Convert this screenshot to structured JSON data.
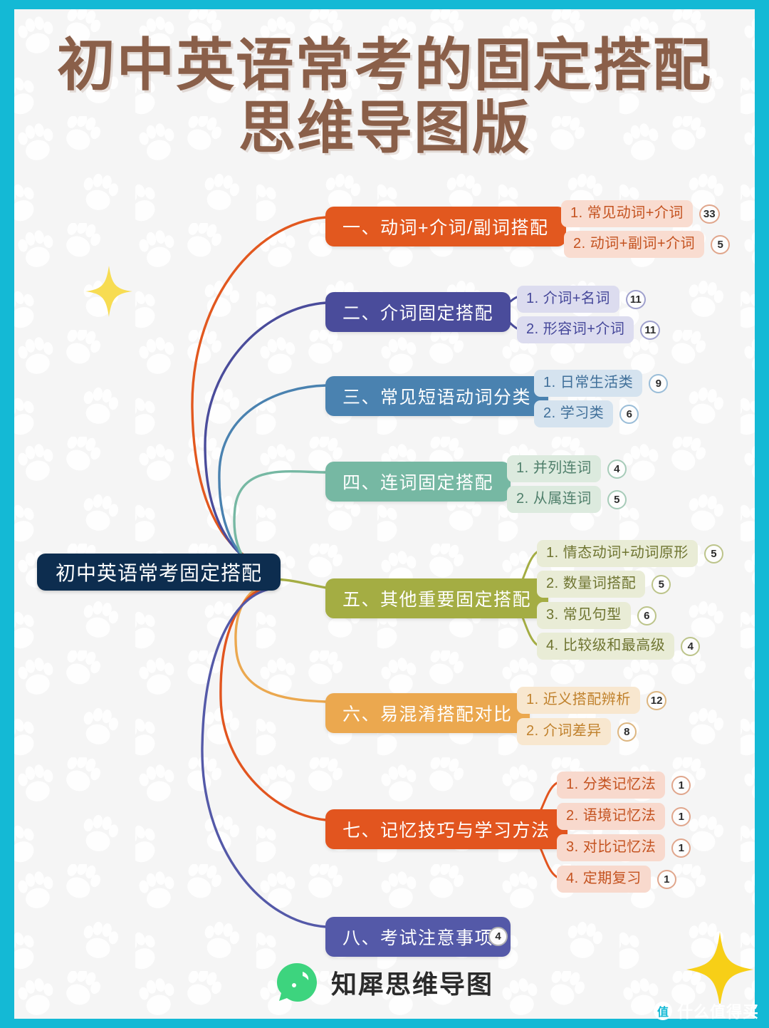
{
  "poster": {
    "frame_color": "#14b9d5",
    "background_color": "#f7f7f7",
    "title_color": "#8a5f49",
    "title_line1": "初中英语常考的固定搭配",
    "title_line2": "思维导图版"
  },
  "root": {
    "label": "初中英语常考固定搭配",
    "color": "#0d2d4f"
  },
  "branches": [
    {
      "label": "一、动词+介词/副词搭配",
      "color": "#e2581f",
      "sub_bg": "#f9dcd0",
      "sub_text": "#c4521f",
      "children": [
        {
          "label": "1. 常见动词+介词",
          "count": "33"
        },
        {
          "label": "2. 动词+副词+介词",
          "count": "5"
        }
      ]
    },
    {
      "label": "二、介词固定搭配",
      "color": "#4a4c9b",
      "sub_bg": "#dcdcef",
      "sub_text": "#45479a",
      "children": [
        {
          "label": "1. 介词+名词",
          "count": "11"
        },
        {
          "label": "2. 形容词+介词",
          "count": "11"
        }
      ]
    },
    {
      "label": "三、常见短语动词分类",
      "color": "#4a82b0",
      "sub_bg": "#d5e3ef",
      "sub_text": "#3f6f99",
      "children": [
        {
          "label": "1. 日常生活类",
          "count": "9"
        },
        {
          "label": "2. 学习类",
          "count": "6"
        }
      ]
    },
    {
      "label": "四、连词固定搭配",
      "color": "#76b8a3",
      "sub_bg": "#dceade",
      "sub_text": "#4f7f6b",
      "children": [
        {
          "label": "1. 并列连词",
          "count": "4"
        },
        {
          "label": "2. 从属连词",
          "count": "5"
        }
      ]
    },
    {
      "label": "五、其他重要固定搭配",
      "color": "#a4ad43",
      "sub_bg": "#e9ecd6",
      "sub_text": "#6e7430",
      "children": [
        {
          "label": "1. 情态动词+动词原形",
          "count": "5"
        },
        {
          "label": "2. 数量词搭配",
          "count": "5"
        },
        {
          "label": "3. 常见句型",
          "count": "6"
        },
        {
          "label": "4. 比较级和最高级",
          "count": "4"
        }
      ]
    },
    {
      "label": "六、易混淆搭配对比",
      "color": "#eba84f",
      "sub_bg": "#f8e7cf",
      "sub_text": "#c0812c",
      "children": [
        {
          "label": "1. 近义搭配辨析",
          "count": "12"
        },
        {
          "label": "2. 介词差异",
          "count": "8"
        }
      ]
    },
    {
      "label": "七、记忆技巧与学习方法",
      "color": "#e2551f",
      "sub_bg": "#f8d9cd",
      "sub_text": "#c4521f",
      "children": [
        {
          "label": "1. 分类记忆法",
          "count": "1"
        },
        {
          "label": "2. 语境记忆法",
          "count": "1"
        },
        {
          "label": "3. 对比记忆法",
          "count": "1"
        },
        {
          "label": "4. 定期复习",
          "count": "1"
        }
      ]
    },
    {
      "label": "八、考试注意事项",
      "color": "#5459a8",
      "sub_bg": "#dcdcef",
      "sub_text": "#45479a",
      "children": [],
      "count": "4"
    }
  ],
  "footer": {
    "brand": "知犀思维导图",
    "logo_color": "#3dd47e"
  },
  "watermark": {
    "badge": "值",
    "text": "什么值得买"
  }
}
